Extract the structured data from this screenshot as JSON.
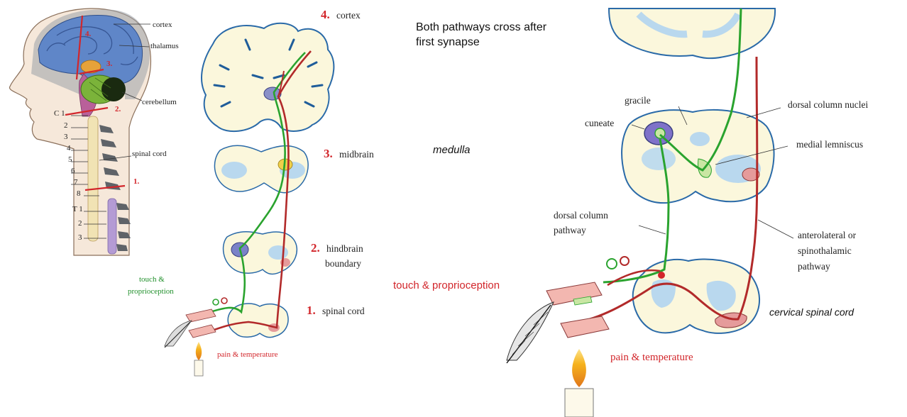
{
  "colors": {
    "touch": "#2aa32e",
    "pain": "#b22a2a",
    "label_red": "#d2262b",
    "tissue": "#fbf7dc",
    "ventricle": "#b9d8ee",
    "cortex_blue": "#5f86c8"
  },
  "head": {
    "cortex": "cortex",
    "thalamus": "thalamus",
    "cerebellum": "cerebellum",
    "spinal_cord": "spinal cord",
    "markers": [
      "4.",
      "3.",
      "2.",
      "1."
    ],
    "vertebrae": [
      "C 1",
      "2",
      "3",
      "4",
      "5",
      "6",
      "7",
      "8",
      "T 1",
      "2",
      "3"
    ]
  },
  "pathway_left": {
    "cortex": "cortex",
    "midbrain": "midbrain",
    "hindbrain_1": "hindbrain",
    "hindbrain_2": "boundary",
    "spinal_cord": "spinal  cord",
    "num4": "4.",
    "num3": "3.",
    "num2": "2.",
    "num1": "1.",
    "touch_1": "touch &",
    "touch_2": "proprioception",
    "pain": "pain & temperature"
  },
  "pathway_right": {
    "headline_1": "Both pathways cross after",
    "headline_2": "first synapse",
    "medulla": "medulla",
    "gracile": "gracile",
    "cuneate": "cuneate",
    "dorsal_column_nuclei": "dorsal column nuclei",
    "medial_lemniscus": "medial lemniscus",
    "dorsal_column_pathway_1": "dorsal column",
    "dorsal_column_pathway_2": "pathway",
    "anterolateral_1": "anterolateral or",
    "anterolateral_2": "spinothalamic",
    "anterolateral_3": "pathway",
    "touch": "touch & proprioception",
    "cervical": "cervical spinal cord",
    "pain": "pain & temperature"
  }
}
